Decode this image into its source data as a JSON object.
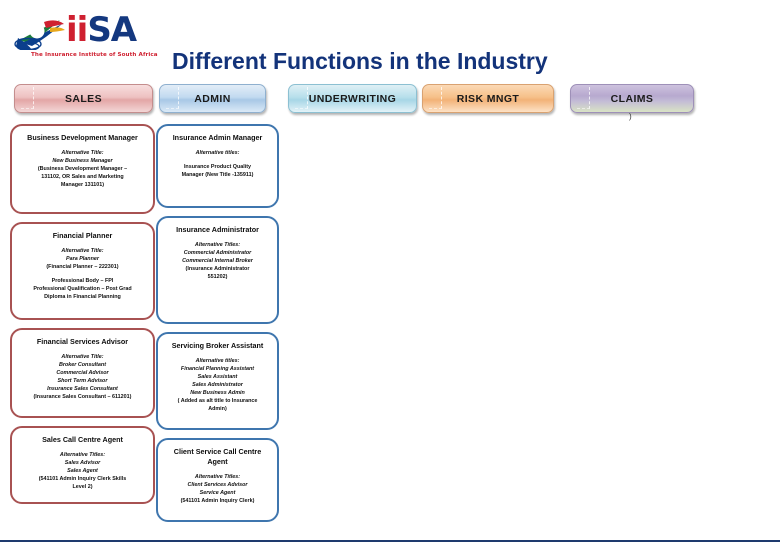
{
  "slide": {
    "title": "Different Functions in the Industry",
    "logo": {
      "wordmark_red": "ii",
      "wordmark_blue": "SA",
      "tagline": "The Insurance Institute of South Africa",
      "icon": "iisa-logo-icon"
    },
    "claims_marker": ")"
  },
  "function_buttons": [
    {
      "id": "sales",
      "label": "SALES",
      "color": "#e3a6a6"
    },
    {
      "id": "admin",
      "label": "ADMIN",
      "color": "#a8c8e6"
    },
    {
      "id": "underwriting",
      "label": "UNDERWRITING",
      "color": "#a7d6e6"
    },
    {
      "id": "risk-mngt",
      "label": "RISK MNGT",
      "color": "#f2b277"
    },
    {
      "id": "claims",
      "label": "CLAIMS",
      "color": "#b7a9cf"
    }
  ],
  "columns": {
    "sales": {
      "accent": "#a85252",
      "cards": [
        {
          "title": "Business Development Manager",
          "alt_head": "Alternative Title:",
          "alt_lines": [
            "New Business Manager"
          ],
          "code_lines": [
            "(Business Development Manager –",
            "131102, OR Sales and Marketing",
            "Manager 131101)"
          ],
          "extra_lines": []
        },
        {
          "title": "Financial Planner",
          "alt_head": "Alternative Title:",
          "alt_lines": [
            "Para Planner"
          ],
          "code_lines": [
            "(Financial Planner – 222301)"
          ],
          "extra_lines": [
            "Professional Body – FPI",
            "Professional Qualification – Post Grad",
            "Diploma in Financial Planning"
          ]
        },
        {
          "title": "Financial Services Advisor",
          "alt_head": "Alternative Title:",
          "alt_lines": [
            "Broker Consultant",
            "Commercial Advisor",
            "Short Term Advisor",
            "Insurance Sales Consultant"
          ],
          "code_lines": [
            "(Insurance Sales Consultant – 611201)"
          ],
          "extra_lines": []
        },
        {
          "title": "Sales Call Centre Agent",
          "alt_head": "Alternative Titles:",
          "alt_lines": [
            "Sales Advisor",
            "Sales Agent"
          ],
          "code_lines": [
            "(541101 Admin Inquiry Clerk Skills",
            "Level 2)"
          ],
          "extra_lines": []
        }
      ]
    },
    "admin": {
      "accent": "#3f76ae",
      "cards": [
        {
          "title": "Insurance Admin Manager",
          "alt_head": "Alternative titles:",
          "alt_lines": [],
          "code_lines": [
            "Insurance Product Quality",
            "Manager (New Title -135911)"
          ],
          "extra_lines": []
        },
        {
          "title": "Insurance Administrator",
          "alt_head": "Alternative Titles:",
          "alt_lines": [
            "Commercial Administrator",
            "Commercial Internal Broker"
          ],
          "code_lines": [
            "(Insurance Administrator",
            "551202)"
          ],
          "extra_lines": []
        },
        {
          "title": "Servicing Broker Assistant",
          "alt_head": "Alternative titles:",
          "alt_lines": [
            "Financial Planning Assistant",
            "Sales Assistant",
            "Sales Administrator",
            "New Business Admin"
          ],
          "code_lines": [
            "( Added as alt title to Insurance",
            "Admin)"
          ],
          "extra_lines": []
        },
        {
          "title": "Client Service Call Centre Agent",
          "alt_head": "Alternative Titles:",
          "alt_lines": [
            "Client Services  Advisor",
            "Service Agent"
          ],
          "code_lines": [
            "(541101 Admin Inquiry Clerk)"
          ],
          "extra_lines": []
        }
      ]
    }
  }
}
